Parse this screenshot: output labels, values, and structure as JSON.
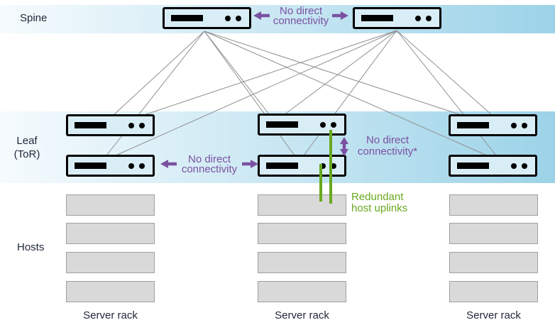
{
  "colors": {
    "band-start": "#f6fbfe",
    "band-end": "#9cd3e8",
    "switch-fill": "#d9edf6",
    "switch-border": "#000000",
    "line-gray": "#8f8f8f",
    "host-fill": "#d9d9d9",
    "host-border": "#a0a0a0",
    "label": "#1f2637",
    "purple": "#7a51a1",
    "green": "#68a81f"
  },
  "tiers": {
    "spine": "Spine",
    "leaf_line1": "Leaf",
    "leaf_line2": "(ToR)",
    "hosts": "Hosts"
  },
  "annotations": {
    "spine_gap": {
      "line1": "No direct",
      "line2": "connectivity"
    },
    "leaf_gap": {
      "line1": "No direct",
      "line2": "connectivity"
    },
    "leaf_pair_gap": {
      "line1": "No direct",
      "line2": "connectivity*"
    },
    "host_uplinks": {
      "line1": "Redundant",
      "line2": "host uplinks"
    }
  },
  "racks": [
    {
      "label": "Server rack"
    },
    {
      "label": "Server rack"
    },
    {
      "label": "Server rack"
    }
  ]
}
